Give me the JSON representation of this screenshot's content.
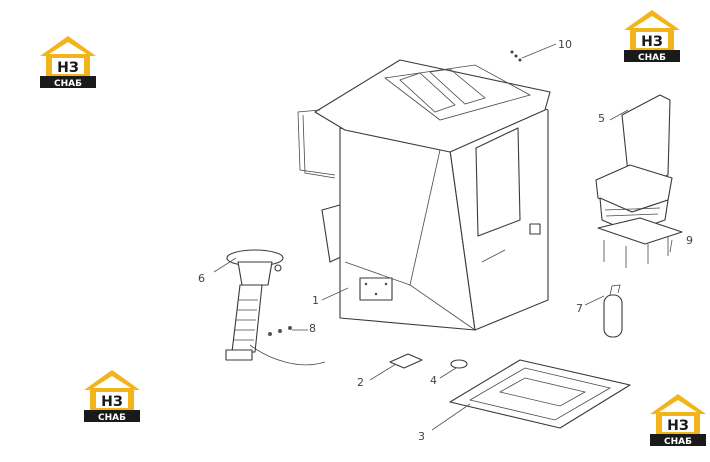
{
  "logo": {
    "mark": "НЗ",
    "word": "СНАБ",
    "color_gold": "#f3b31b",
    "color_black": "#1a1a1a"
  },
  "callouts": [
    "1",
    "2",
    "3",
    "4",
    "5",
    "6",
    "7",
    "8",
    "9",
    "10"
  ],
  "icons": {
    "logo": "house-logo-icon",
    "cab": "operator-cab-icon",
    "seat": "operator-seat-icon",
    "steering": "steering-column-icon",
    "extinguisher": "fire-extinguisher-icon"
  }
}
